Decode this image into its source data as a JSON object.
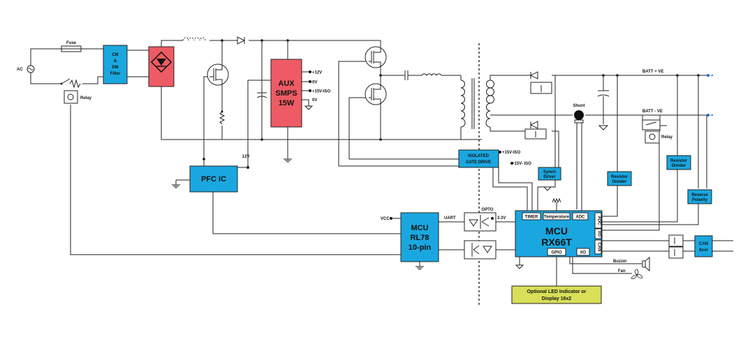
{
  "labels": {
    "ac": "AC",
    "fuse": "Fuse",
    "cm_filter": [
      "CM",
      "&",
      "DM",
      "Filter"
    ],
    "relay_left": "Relay",
    "aux": [
      "AUX",
      "SMPS",
      "15W"
    ],
    "aux_out": [
      "+12V",
      "0V",
      "+15V-ISO",
      "0V"
    ],
    "pfc_ic": "PFC IC",
    "pfc_12v": "12V",
    "gate_drive": [
      "ISOLATED",
      "GATE DRIVE"
    ],
    "gd_plus15": "+15V-ISO",
    "gd_minus15": "+15V- ISO",
    "vcc": "VCC",
    "mcu_rl78": [
      "MCU",
      "RL78",
      "10-pin"
    ],
    "uart": "UART",
    "opto": "OPTO",
    "v33": "3.3V",
    "mcu_rx": [
      "MCU",
      "RX66T"
    ],
    "timer": "TIMER",
    "temperature": "Temperature",
    "adc": "ADC",
    "gpio": "GPIO",
    "io": "I/O",
    "side_adc": "ADC",
    "side_io": "I/O",
    "side_can": "CAN",
    "buzzer": "Buzzer",
    "fan": "Fan",
    "led_display": [
      "Optional LED Indicator or",
      "Display 16x2"
    ],
    "shunt": "Shunt",
    "batt_plus": "BATT + VE",
    "batt_minus": "BATT - VE",
    "relay_right": "Relay",
    "synch_driver": [
      "Synch",
      "Driver"
    ],
    "resistor_divider_1": [
      "Resistor",
      "Divider"
    ],
    "resistor_divider_2": [
      "Resistor",
      "Divider"
    ],
    "reverse_polarity": [
      "Reverse",
      "Polarity"
    ],
    "can_xcvr": [
      "CAN",
      "Xcvr"
    ]
  },
  "colors": {
    "block_blue": "#1aa7e0",
    "block_red": "#ef5b64",
    "block_yellow": "#d9df57",
    "terminal_blue": "#1a6ad8"
  }
}
